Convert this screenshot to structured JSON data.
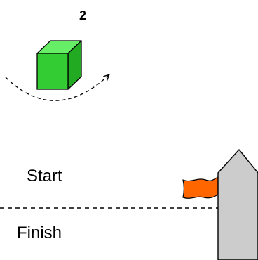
{
  "step_number": "2",
  "start_label": "Start",
  "finish_label": "Finish",
  "icons": {
    "cube": "green-cube-icon",
    "arrow": "curved-dashed-arrow-icon",
    "flag": "orange-flag-icon",
    "marker": "gray-arrow-marker-icon"
  },
  "colors": {
    "cube_front": "#33cc33",
    "cube_top": "#66ee66",
    "cube_side": "#22aa22",
    "flag": "#ff6600",
    "marker": "#cccccc",
    "line": "#000000"
  }
}
